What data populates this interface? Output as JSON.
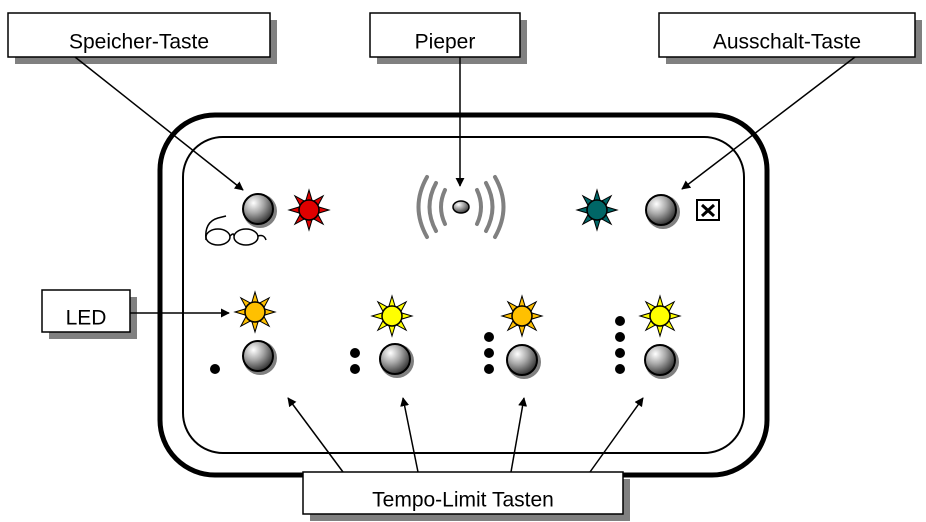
{
  "labels": {
    "memory_key": "Speicher-Taste",
    "beeper": "Pieper",
    "off_key": "Ausschalt-Taste",
    "led": "LED",
    "tempo_limit_keys": "Tempo-Limit Tasten"
  },
  "icons": {
    "memory": "glasses-icon",
    "off": "x-box-icon",
    "beeper": "sound-waves-icon"
  },
  "leds": {
    "memory": {
      "color": "#e00000"
    },
    "off": {
      "color": "#006666"
    },
    "tempo_1": {
      "color": "#ffc000"
    },
    "tempo_2": {
      "color": "#ffff00"
    },
    "tempo_3": {
      "color": "#ffc000"
    },
    "tempo_4": {
      "color": "#ffff00"
    }
  },
  "tempo_keys": [
    {
      "dots": 1
    },
    {
      "dots": 2
    },
    {
      "dots": 3
    },
    {
      "dots": 4
    }
  ],
  "colors": {
    "line": "#000000",
    "label_shadow": "#808080",
    "led_ray": "#c0c0c0",
    "beeper_waves": "#808080"
  }
}
